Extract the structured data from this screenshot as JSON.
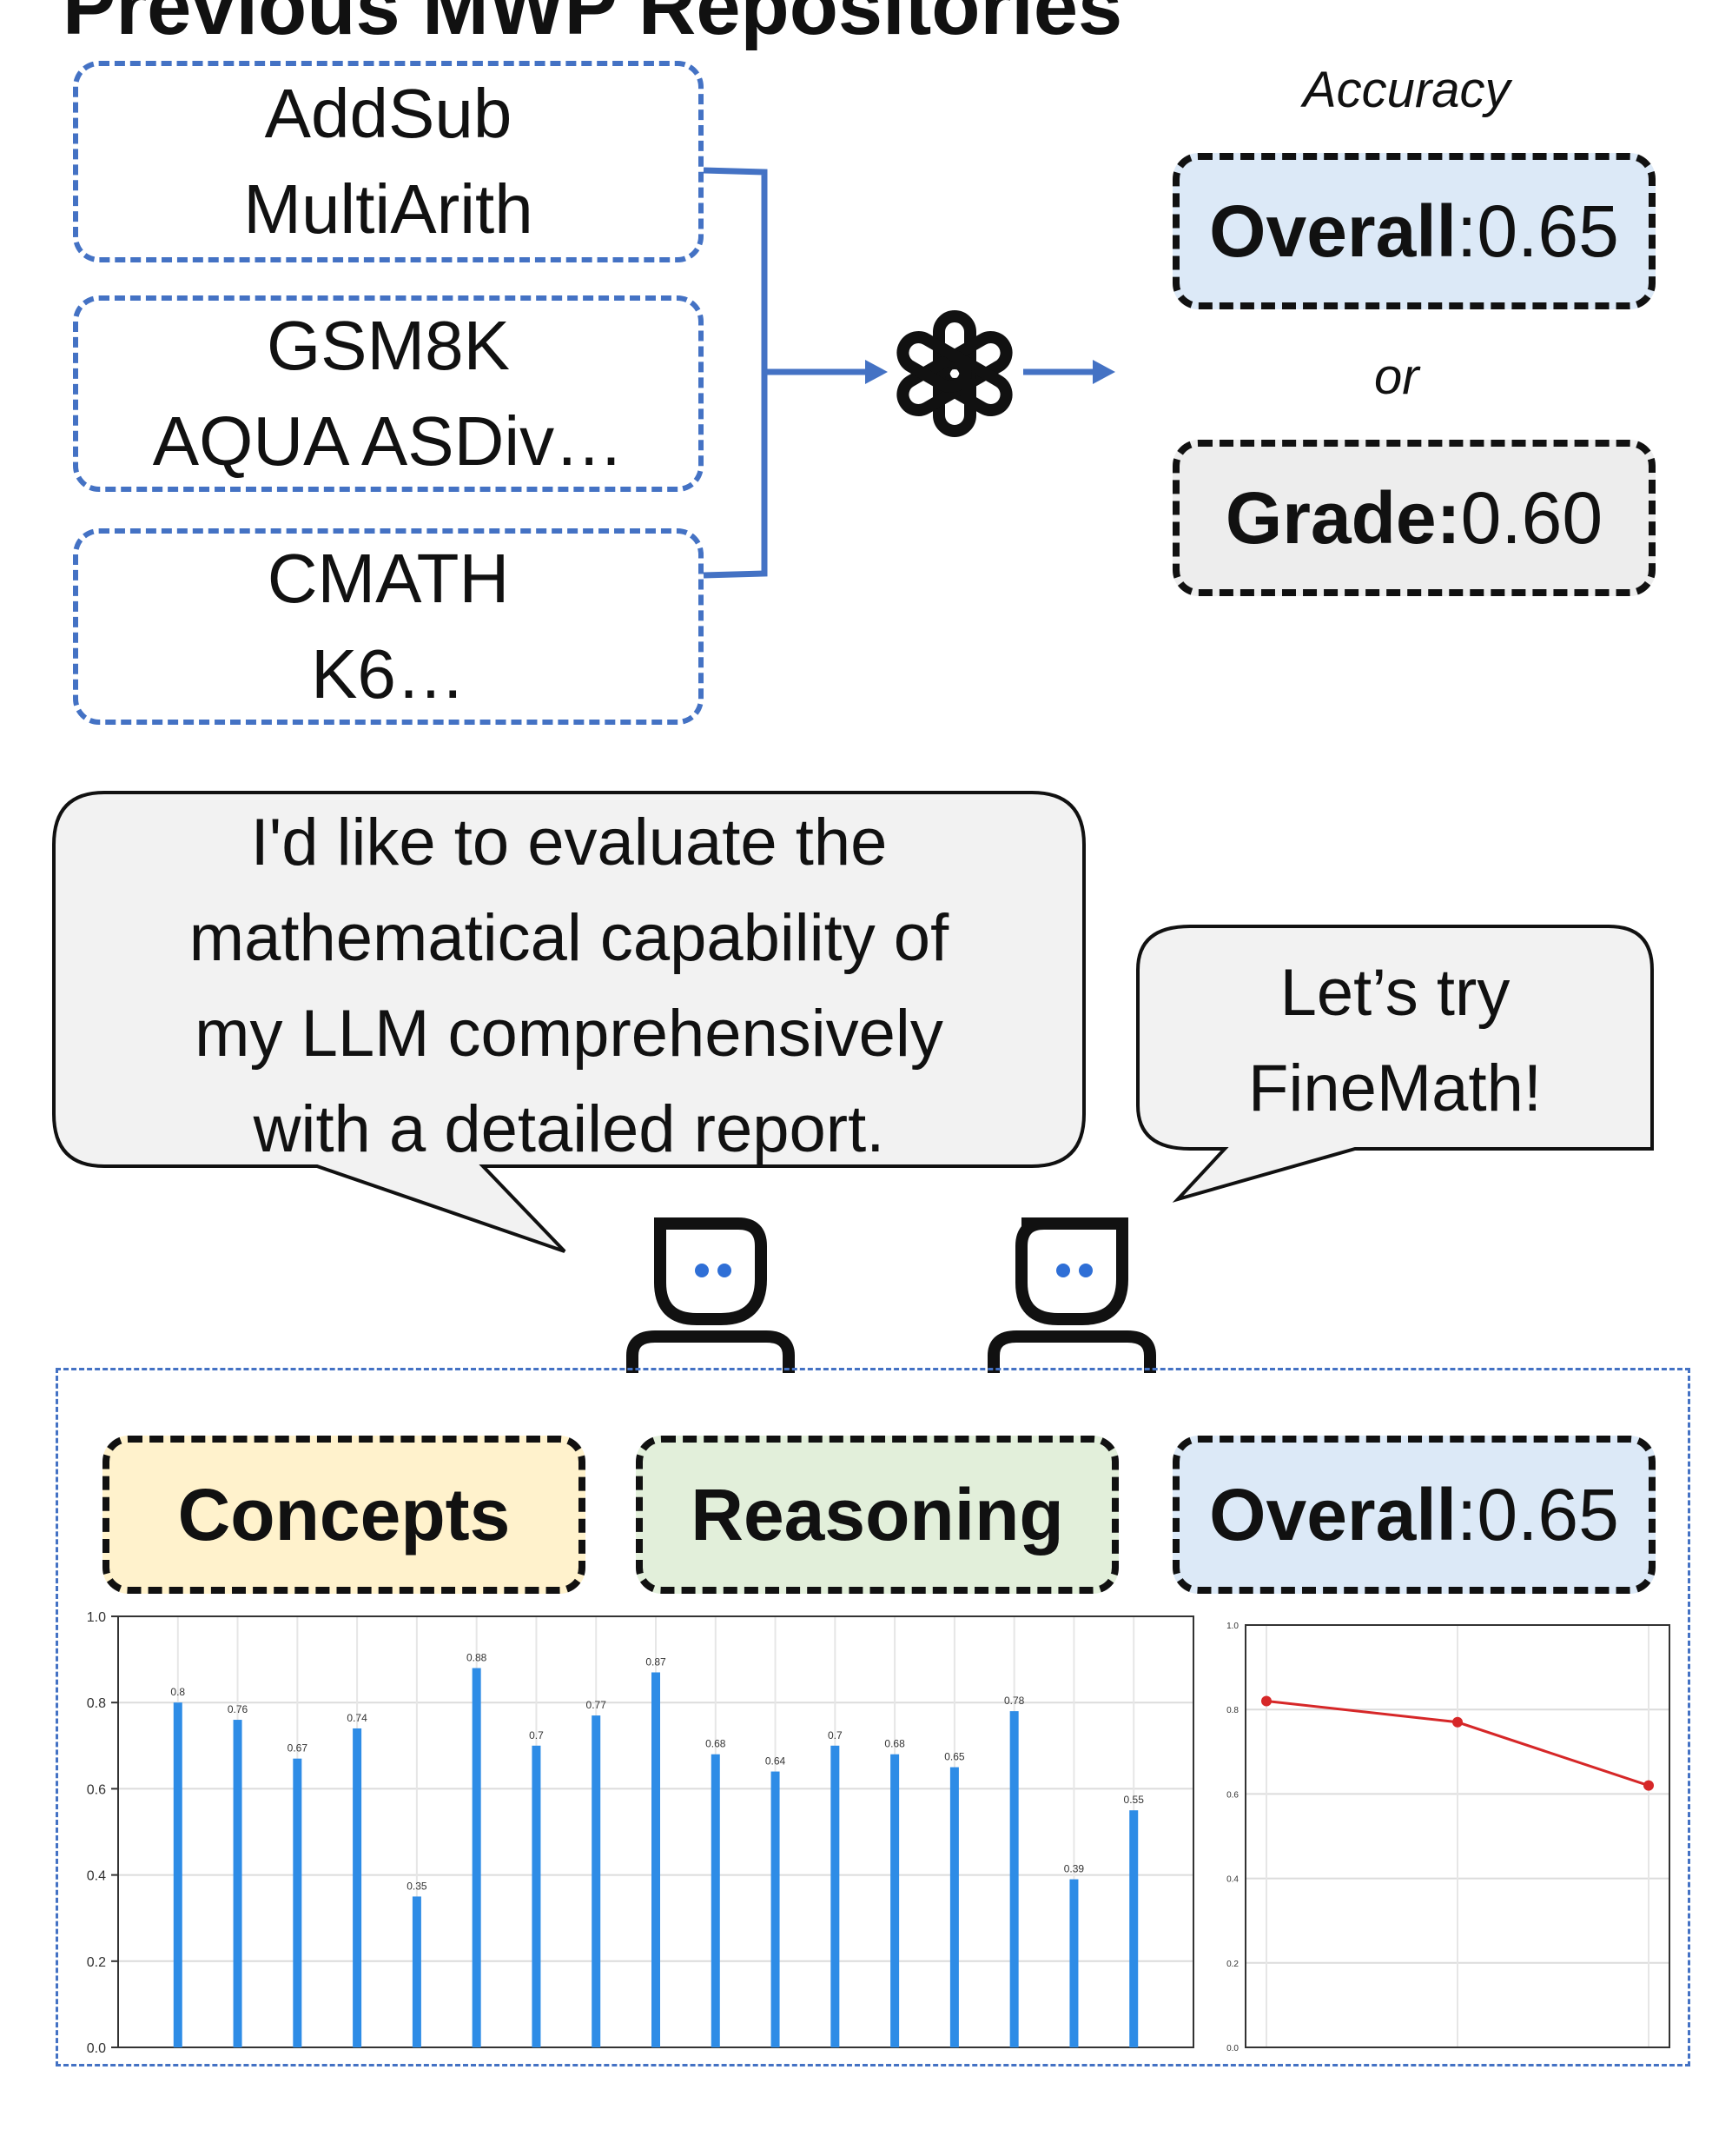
{
  "title": "Previous MWP Repositories",
  "datasets": [
    [
      "AddSub",
      "MultiArith"
    ],
    [
      "GSM8K",
      "AQUA ASDiv…"
    ],
    [
      "CMATH",
      "K6…"
    ]
  ],
  "accuracy_label": "Accuracy",
  "or_label": "or",
  "overall": {
    "label": "Overall",
    "value": ":0.65"
  },
  "grade": {
    "label": "Grade:",
    "value": "0.60"
  },
  "speech_user": [
    "I'd like to evaluate the",
    "mathematical capability of",
    "my LLM comprehensively",
    "with a detailed report."
  ],
  "speech_reply": [
    "Let’s try",
    "FineMath!"
  ],
  "bottom": {
    "concepts_label": "Concepts",
    "reasoning_label": "Reasoning",
    "overall_label": "Overall",
    "overall_value": ":0.65"
  },
  "colors": {
    "dashed_blue": "#4472c4",
    "concepts_fill": "#fff2cc",
    "reasoning_fill": "#e2efda",
    "overall_fill": "#dce9f7",
    "grade_fill": "#ededed",
    "bar": "#2e8ce6",
    "line": "#d62728",
    "robot_eye": "#2f6fd6"
  },
  "icons": [
    "openai-logo-icon",
    "robot-user-icon",
    "robot-assistant-icon"
  ],
  "chart_data": [
    {
      "type": "bar",
      "values": [
        0.8,
        0.76,
        0.67,
        0.74,
        0.35,
        0.88,
        0.7,
        0.77,
        0.87,
        0.68,
        0.64,
        0.7,
        0.68,
        0.65,
        0.78,
        0.39,
        0.55
      ],
      "ylim": [
        0,
        1.0
      ],
      "yticks": [
        "0.0",
        "0.2",
        "0.4",
        "0.6",
        "0.8",
        "1.0"
      ],
      "grid": true
    },
    {
      "type": "line",
      "values": [
        0.82,
        0.77,
        0.62
      ],
      "ylim": [
        0,
        1.0
      ],
      "yticks": [
        "0.0",
        "0.2",
        "0.4",
        "0.6",
        "0.8",
        "1.0"
      ],
      "grid": true
    }
  ]
}
